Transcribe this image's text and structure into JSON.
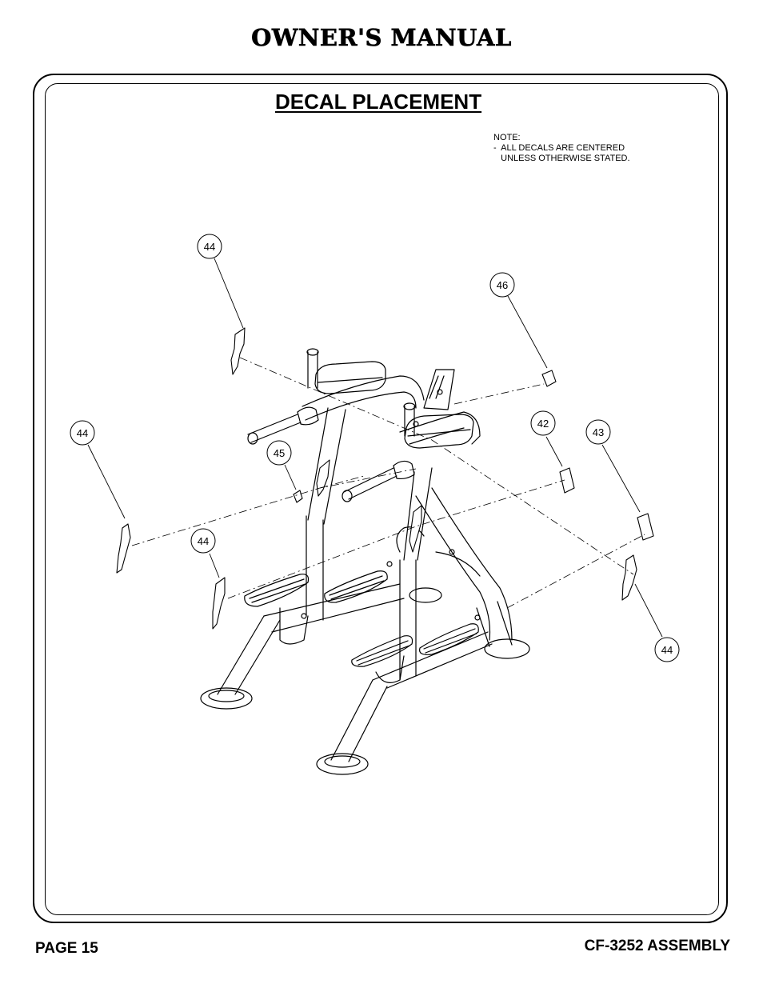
{
  "header": {
    "title": "OWNER'S MANUAL"
  },
  "section": {
    "title": "DECAL PLACEMENT"
  },
  "note": {
    "heading": "NOTE:",
    "line1": "-  ALL DECALS ARE CENTERED",
    "line2": "   UNLESS OTHERWISE STATED."
  },
  "callouts": {
    "c1": "44",
    "c2": "46",
    "c3": "44",
    "c4": "45",
    "c5": "42",
    "c6": "43",
    "c7": "44",
    "c8": "44"
  },
  "footer": {
    "page": "PAGE 15",
    "model": "CF-3252 ASSEMBLY"
  }
}
